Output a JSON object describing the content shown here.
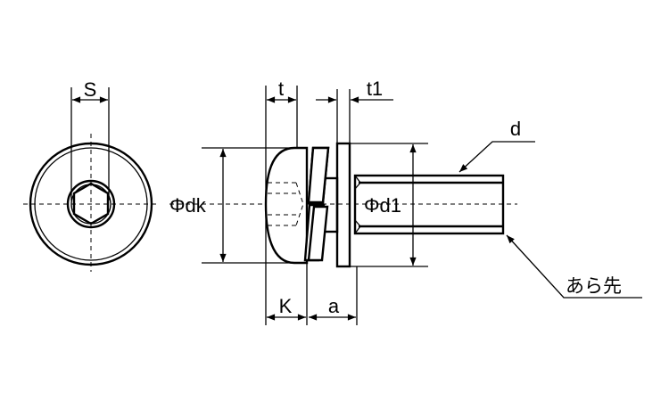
{
  "labels": {
    "s": "S",
    "t": "t",
    "t1": "t1",
    "dk": "Φdk",
    "d1": "Φd1",
    "d": "d",
    "k": "K",
    "a": "a",
    "point": "あら先"
  }
}
